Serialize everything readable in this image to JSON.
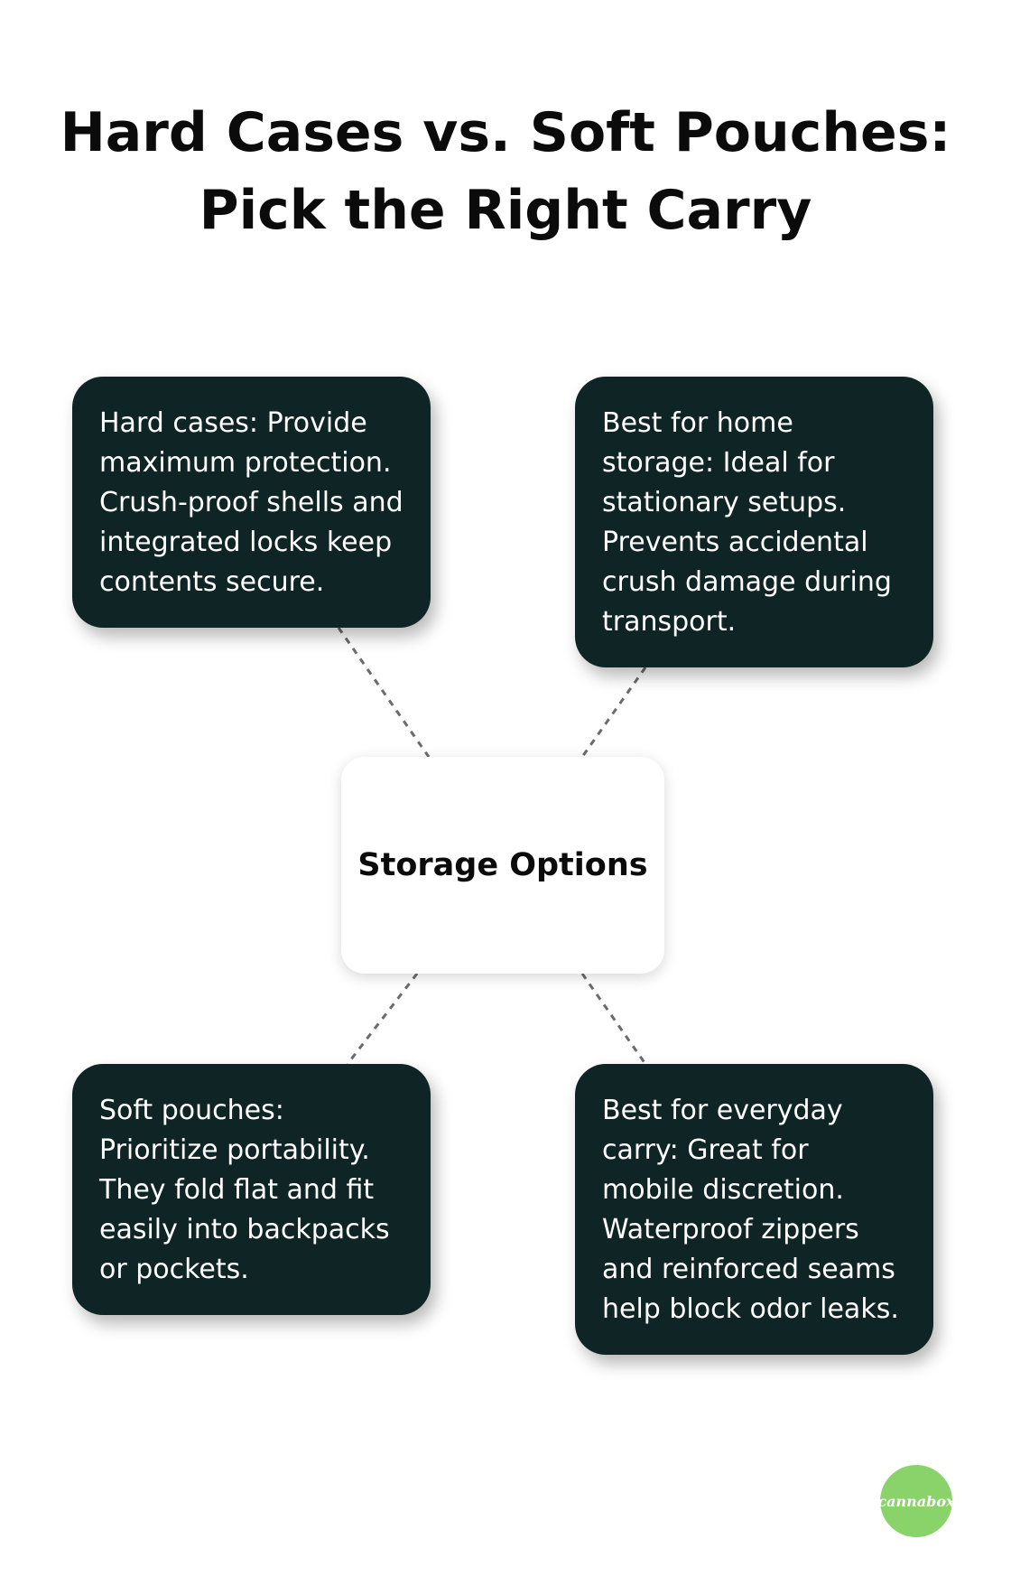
{
  "title": {
    "line1": "Hard Cases vs. Soft Pouches:",
    "line2": "Pick the Right Carry"
  },
  "center": {
    "label": "Storage Options"
  },
  "cards": {
    "top_left": "Hard cases: Provide maximum protection. Crush-proof shells and integrated locks keep contents secure.",
    "top_right": "Best for home storage: Ideal for stationary setups. Prevents accidental crush damage during transport.",
    "bottom_left": "Soft pouches: Prioritize portability. They fold flat and fit easily into backpacks or pockets.",
    "bottom_right": "Best for everyday carry: Great for mobile discretion. Waterproof zippers and reinforced seams help block odor leaks."
  },
  "logo": {
    "text": "cannabox",
    "color": "#8ad36a"
  },
  "colors": {
    "card_bg": "#0f2424",
    "connector": "#6b6b6b"
  }
}
